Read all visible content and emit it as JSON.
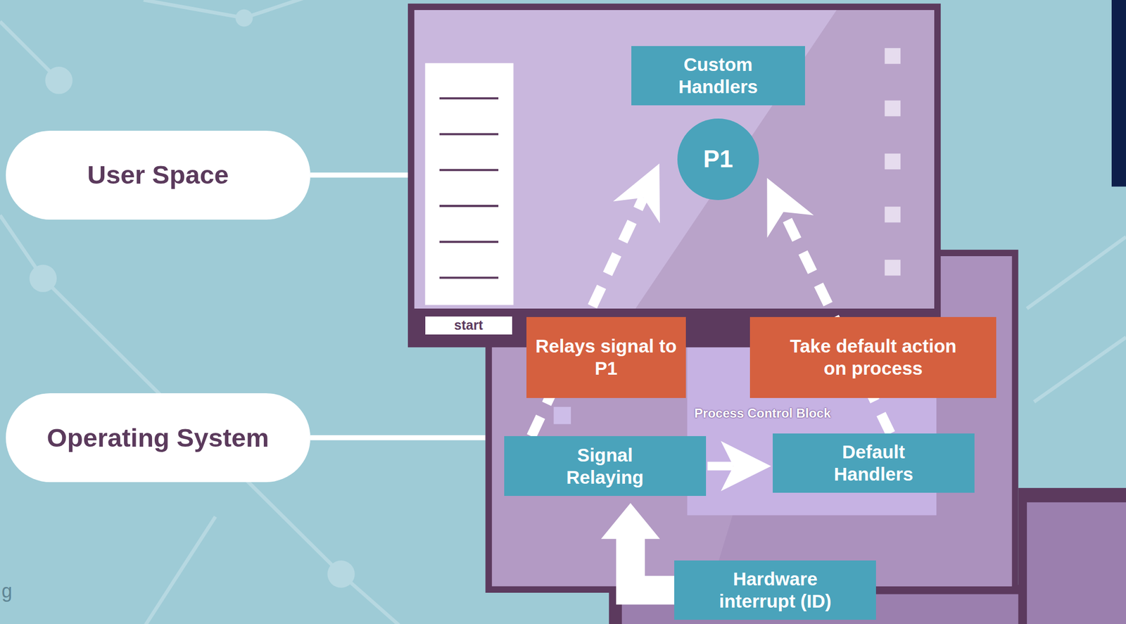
{
  "diagram": {
    "nodes": [
      {
        "text": [
          "User Space"
        ]
      },
      {
        "text": [
          "start"
        ]
      },
      {
        "text": [
          "Custom Handlers"
        ],
        "in": 1
      },
      {
        "text": [
          "P1"
        ],
        "in": 1
      },
      {
        "text": [
          "Operating System"
        ]
      },
      {
        "text": [
          "Process Control Block"
        ]
      },
      {
        "text": [
          "Signal Relaying"
        ]
      },
      {
        "text": [
          "Default Handlers"
        ]
      },
      {
        "text": [
          "Hardware interrupt (ID)"
        ]
      }
    ],
    "edges": [
      {
        "from": 0,
        "to": 1,
        "arrow": "none"
      },
      {
        "from": 8,
        "to": 6,
        "arrow": "to"
      },
      {
        "from": 6,
        "to": 7,
        "arrow": "to"
      },
      {
        "from": 6,
        "to": 3,
        "label": "Relays signal to P1",
        "arrow": "to"
      },
      {
        "from": 7,
        "to": 3,
        "label": "Take default action on process",
        "arrow": "to"
      }
    ],
    "labels": [
      "g"
    ]
  }
}
